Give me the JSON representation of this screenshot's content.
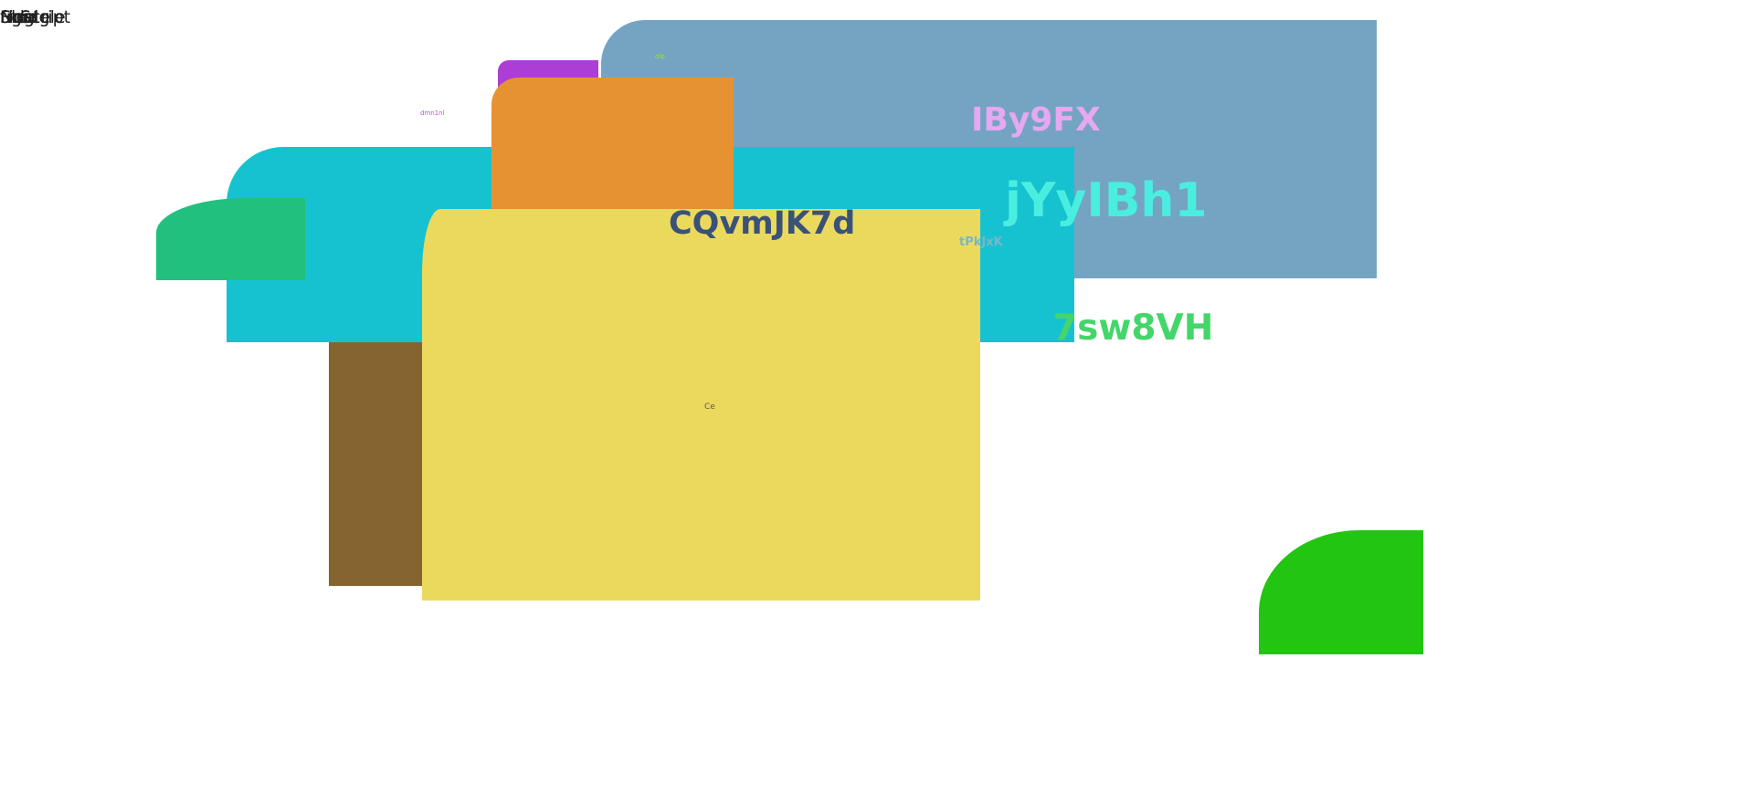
{
  "corner_words": [
    "Nog",
    "Script",
    "fmidgle",
    "Sle",
    "Fide",
    "ugate"
  ],
  "colors": {
    "background": "#ffffff",
    "steelblue": "#74a4c2",
    "purple": "#ac3ed6",
    "cyan": "#17c2d0",
    "orange": "#e69232",
    "teal": "#21c07e",
    "brown": "#856430",
    "yellow": "#ebd95e",
    "green": "#23c513"
  },
  "labels": {
    "dmn": {
      "text": "dmn1nl",
      "color": "#c44fe0"
    },
    "tiny": {
      "text": "dlp",
      "color": "#9de03a"
    },
    "iby": {
      "text": "IBy9FX",
      "color": "#e6a8f0"
    },
    "jyy": {
      "text": "jYyIBh1",
      "color": "#4aeee0"
    },
    "cqv": {
      "text": "CQvmJK7d",
      "color": "#3a5278"
    },
    "tpk": {
      "text": "tPkJxK",
      "color": "#7ab6c8"
    },
    "sw": {
      "text": "7sw8VH",
      "color": "#44d66a"
    },
    "ce": {
      "text": "Ce",
      "color": "#555555"
    }
  }
}
